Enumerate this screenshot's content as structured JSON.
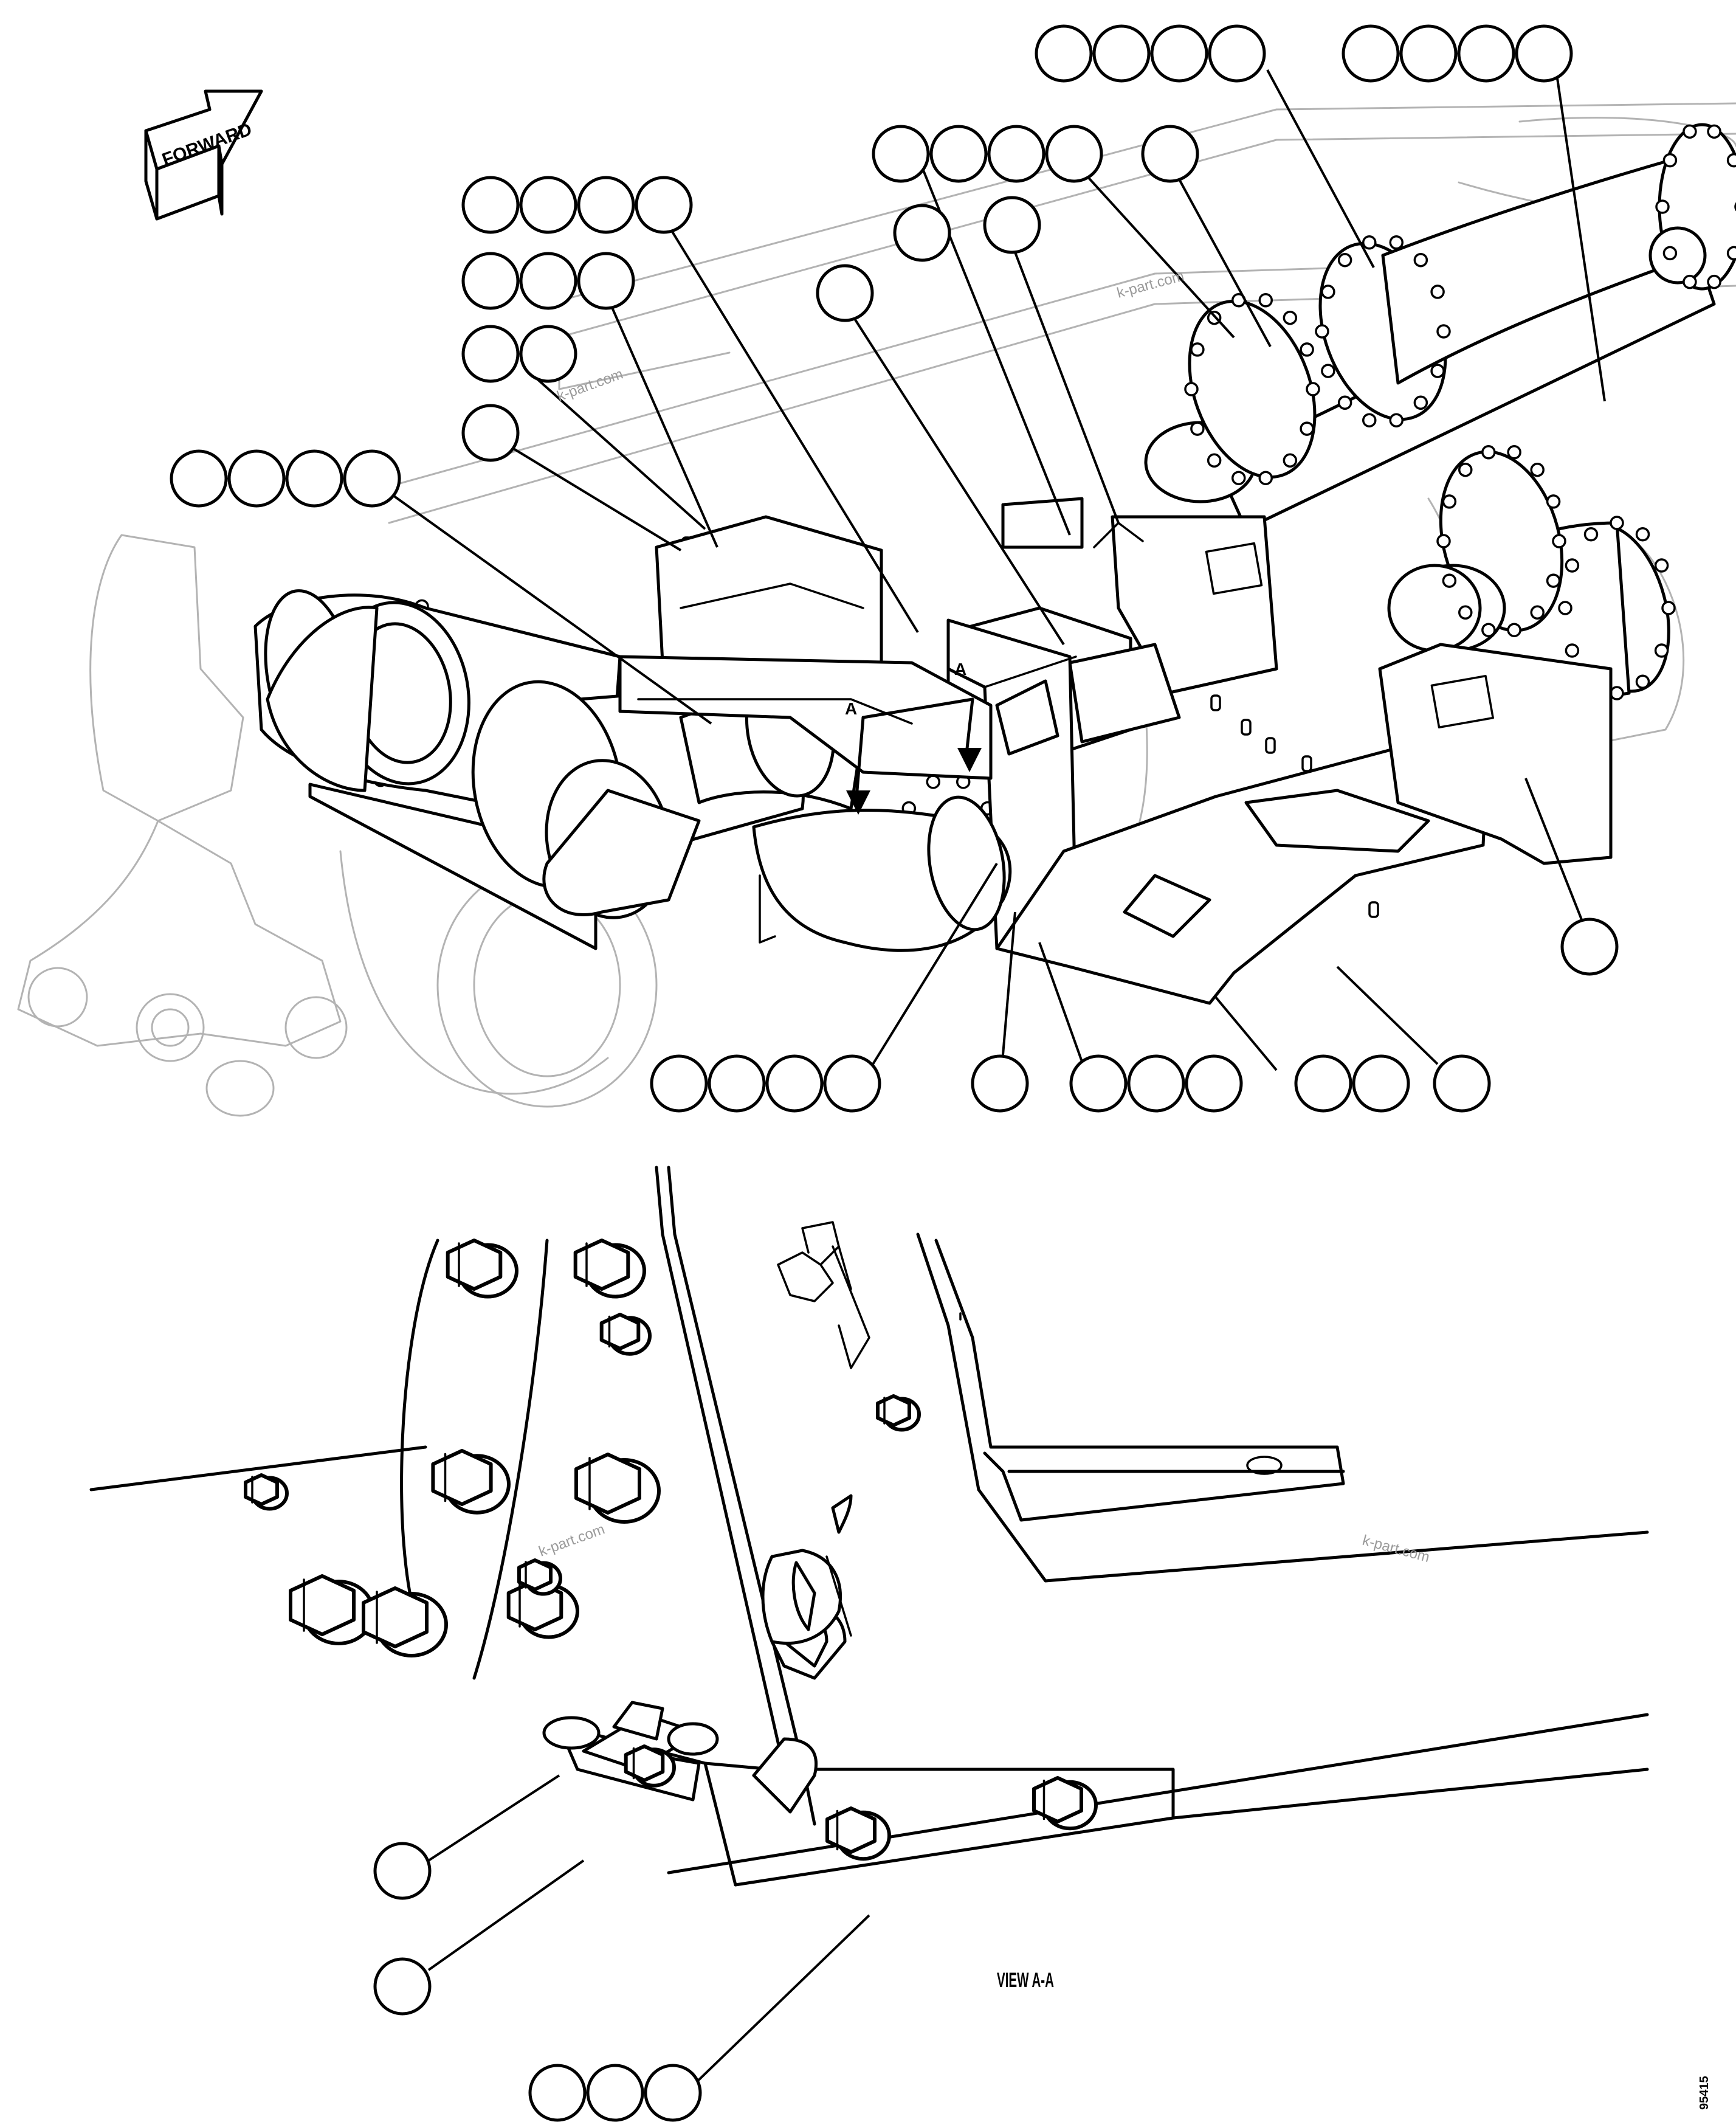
{
  "arrow_label": "FORWARD",
  "section_marker": "A",
  "view_title": "VIEW A-A",
  "watermark": "k-part.com",
  "drawing_number": "95415",
  "callout_balloons": "unnumbered circles",
  "section_arrow_color": "#000000"
}
